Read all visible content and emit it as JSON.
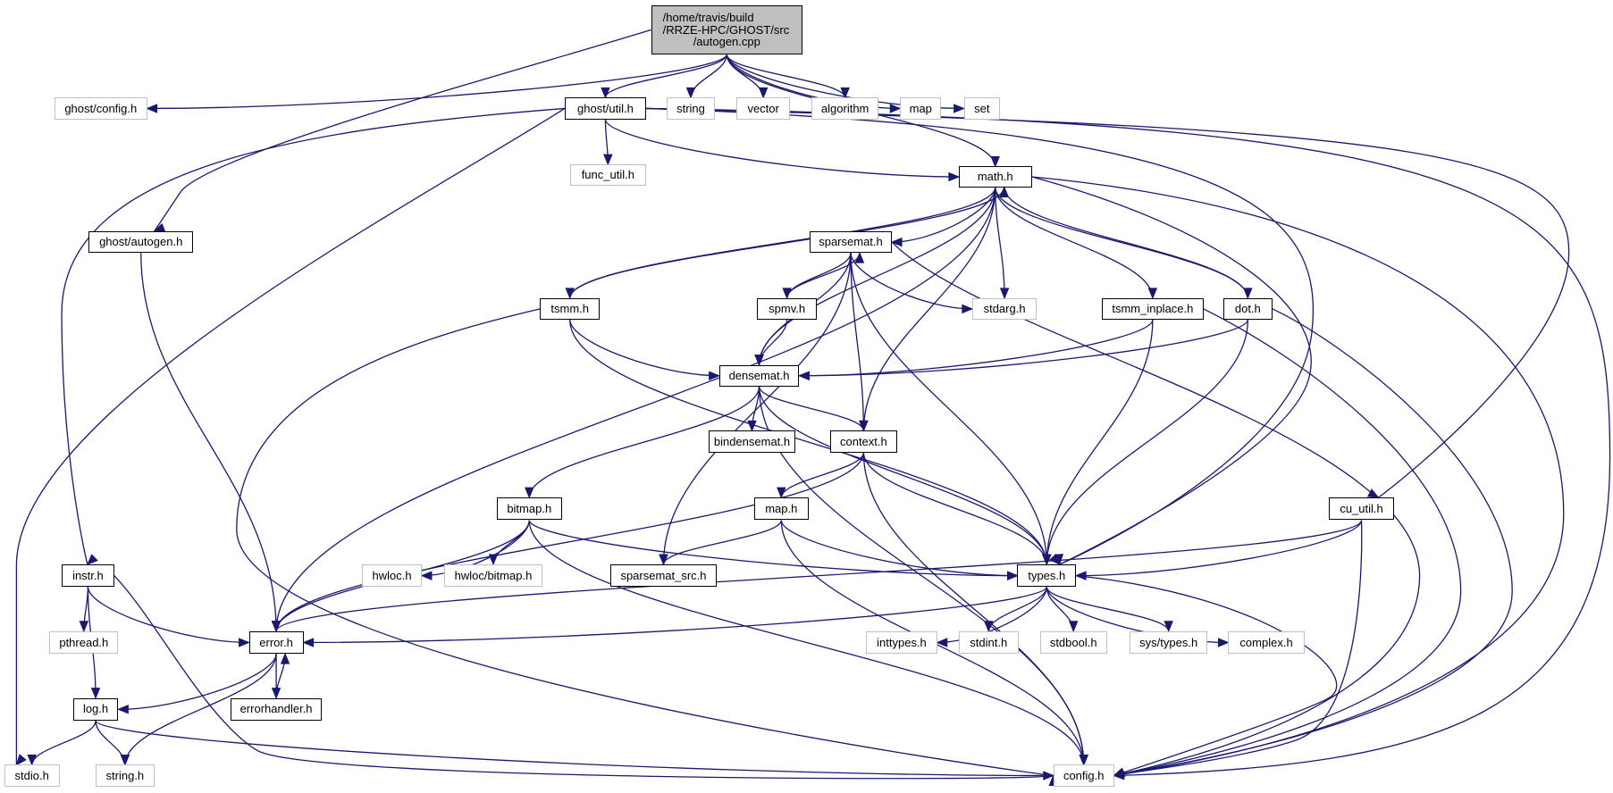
{
  "graph": {
    "title": "Include dependency graph for autogen.cpp",
    "edge_color": "#191970",
    "root": {
      "id": "autogen_cpp",
      "label_lines": [
        "/home/travis/build",
        "/RRZE-HPC/GHOST/src",
        "/autogen.cpp"
      ]
    },
    "nodes": [
      {
        "id": "ghost_config_h",
        "label": "ghost/config.h",
        "kind": "external"
      },
      {
        "id": "ghost_util_h",
        "label": "ghost/util.h",
        "kind": "documented"
      },
      {
        "id": "string",
        "label": "string",
        "kind": "external"
      },
      {
        "id": "vector",
        "label": "vector",
        "kind": "external"
      },
      {
        "id": "algorithm",
        "label": "algorithm",
        "kind": "external"
      },
      {
        "id": "map",
        "label": "map",
        "kind": "external"
      },
      {
        "id": "set",
        "label": "set",
        "kind": "external"
      },
      {
        "id": "func_util_h",
        "label": "func_util.h",
        "kind": "external"
      },
      {
        "id": "math_h",
        "label": "math.h",
        "kind": "documented"
      },
      {
        "id": "ghost_autogen_h",
        "label": "ghost/autogen.h",
        "kind": "documented"
      },
      {
        "id": "sparsemat_h",
        "label": "sparsemat.h",
        "kind": "documented"
      },
      {
        "id": "tsmm_h",
        "label": "tsmm.h",
        "kind": "documented"
      },
      {
        "id": "spmv_h",
        "label": "spmv.h",
        "kind": "documented"
      },
      {
        "id": "stdarg_h",
        "label": "stdarg.h",
        "kind": "external"
      },
      {
        "id": "tsmm_inplace_h",
        "label": "tsmm_inplace.h",
        "kind": "documented"
      },
      {
        "id": "dot_h",
        "label": "dot.h",
        "kind": "documented"
      },
      {
        "id": "densemat_h",
        "label": "densemat.h",
        "kind": "documented"
      },
      {
        "id": "bindensemat_h",
        "label": "bindensemat.h",
        "kind": "documented"
      },
      {
        "id": "context_h",
        "label": "context.h",
        "kind": "documented"
      },
      {
        "id": "bitmap_h",
        "label": "bitmap.h",
        "kind": "documented"
      },
      {
        "id": "map_h",
        "label": "map.h",
        "kind": "documented"
      },
      {
        "id": "cu_util_h",
        "label": "cu_util.h",
        "kind": "documented"
      },
      {
        "id": "instr_h",
        "label": "instr.h",
        "kind": "documented"
      },
      {
        "id": "hwloc_h",
        "label": "hwloc.h",
        "kind": "external"
      },
      {
        "id": "hwloc_bitmap_h",
        "label": "hwloc/bitmap.h",
        "kind": "external"
      },
      {
        "id": "sparsemat_src_h",
        "label": "sparsemat_src.h",
        "kind": "documented"
      },
      {
        "id": "types_h",
        "label": "types.h",
        "kind": "documented"
      },
      {
        "id": "pthread_h",
        "label": "pthread.h",
        "kind": "external"
      },
      {
        "id": "error_h",
        "label": "error.h",
        "kind": "documented"
      },
      {
        "id": "inttypes_h",
        "label": "inttypes.h",
        "kind": "external"
      },
      {
        "id": "stdint_h",
        "label": "stdint.h",
        "kind": "external"
      },
      {
        "id": "stdbool_h",
        "label": "stdbool.h",
        "kind": "external"
      },
      {
        "id": "sys_types_h",
        "label": "sys/types.h",
        "kind": "external"
      },
      {
        "id": "complex_h",
        "label": "complex.h",
        "kind": "external"
      },
      {
        "id": "log_h",
        "label": "log.h",
        "kind": "documented"
      },
      {
        "id": "errorhandler_h",
        "label": "errorhandler.h",
        "kind": "documented"
      },
      {
        "id": "stdio_h",
        "label": "stdio.h",
        "kind": "external"
      },
      {
        "id": "string_h",
        "label": "string.h",
        "kind": "external"
      },
      {
        "id": "config_h",
        "label": "config.h",
        "kind": "external"
      }
    ],
    "edges": [
      [
        "autogen_cpp",
        "ghost_config_h"
      ],
      [
        "autogen_cpp",
        "ghost_util_h"
      ],
      [
        "autogen_cpp",
        "string"
      ],
      [
        "autogen_cpp",
        "vector"
      ],
      [
        "autogen_cpp",
        "algorithm"
      ],
      [
        "autogen_cpp",
        "map"
      ],
      [
        "autogen_cpp",
        "set"
      ],
      [
        "autogen_cpp",
        "ghost_autogen_h"
      ],
      [
        "autogen_cpp",
        "math_h"
      ],
      [
        "ghost_util_h",
        "func_util_h"
      ],
      [
        "ghost_util_h",
        "math_h"
      ],
      [
        "ghost_util_h",
        "instr_h"
      ],
      [
        "ghost_util_h",
        "stdio_h"
      ],
      [
        "ghost_util_h",
        "types_h"
      ],
      [
        "ghost_util_h",
        "cu_util_h"
      ],
      [
        "ghost_util_h",
        "config_h"
      ],
      [
        "ghost_autogen_h",
        "error_h"
      ],
      [
        "math_h",
        "sparsemat_h"
      ],
      [
        "math_h",
        "tsmm_h"
      ],
      [
        "math_h",
        "densemat_h"
      ],
      [
        "math_h",
        "stdarg_h"
      ],
      [
        "math_h",
        "tsmm_inplace_h"
      ],
      [
        "math_h",
        "dot_h"
      ],
      [
        "math_h",
        "context_h"
      ],
      [
        "math_h",
        "types_h"
      ],
      [
        "math_h",
        "error_h"
      ],
      [
        "math_h",
        "config_h"
      ],
      [
        "tsmm_h",
        "math_h"
      ],
      [
        "tsmm_h",
        "densemat_h"
      ],
      [
        "tsmm_h",
        "types_h"
      ],
      [
        "tsmm_h",
        "config_h"
      ],
      [
        "dot_h",
        "math_h"
      ],
      [
        "dot_h",
        "densemat_h"
      ],
      [
        "dot_h",
        "types_h"
      ],
      [
        "dot_h",
        "config_h"
      ],
      [
        "sparsemat_h",
        "spmv_h"
      ],
      [
        "sparsemat_h",
        "densemat_h"
      ],
      [
        "sparsemat_h",
        "stdarg_h"
      ],
      [
        "sparsemat_h",
        "context_h"
      ],
      [
        "sparsemat_h",
        "types_h"
      ],
      [
        "sparsemat_h",
        "sparsemat_src_h"
      ],
      [
        "sparsemat_h",
        "config_h"
      ],
      [
        "spmv_h",
        "sparsemat_h"
      ],
      [
        "spmv_h",
        "densemat_h"
      ],
      [
        "tsmm_inplace_h",
        "densemat_h"
      ],
      [
        "tsmm_inplace_h",
        "types_h"
      ],
      [
        "tsmm_inplace_h",
        "config_h"
      ],
      [
        "densemat_h",
        "bindensemat_h"
      ],
      [
        "densemat_h",
        "context_h"
      ],
      [
        "densemat_h",
        "bitmap_h"
      ],
      [
        "densemat_h",
        "types_h"
      ],
      [
        "densemat_h",
        "config_h"
      ],
      [
        "context_h",
        "map_h"
      ],
      [
        "context_h",
        "types_h"
      ],
      [
        "context_h",
        "error_h"
      ],
      [
        "context_h",
        "config_h"
      ],
      [
        "bitmap_h",
        "hwloc_h"
      ],
      [
        "bitmap_h",
        "hwloc_bitmap_h"
      ],
      [
        "bitmap_h",
        "types_h"
      ],
      [
        "bitmap_h",
        "error_h"
      ],
      [
        "bitmap_h",
        "config_h"
      ],
      [
        "map_h",
        "sparsemat_src_h"
      ],
      [
        "map_h",
        "types_h"
      ],
      [
        "map_h",
        "config_h"
      ],
      [
        "cu_util_h",
        "types_h"
      ],
      [
        "cu_util_h",
        "error_h"
      ],
      [
        "cu_util_h",
        "config_h"
      ],
      [
        "types_h",
        "inttypes_h"
      ],
      [
        "types_h",
        "stdint_h"
      ],
      [
        "types_h",
        "stdbool_h"
      ],
      [
        "types_h",
        "sys_types_h"
      ],
      [
        "types_h",
        "complex_h"
      ],
      [
        "types_h",
        "error_h"
      ],
      [
        "types_h",
        "config_h"
      ],
      [
        "instr_h",
        "pthread_h"
      ],
      [
        "instr_h",
        "error_h"
      ],
      [
        "instr_h",
        "log_h"
      ],
      [
        "instr_h",
        "config_h"
      ],
      [
        "error_h",
        "log_h"
      ],
      [
        "error_h",
        "errorhandler_h"
      ],
      [
        "error_h",
        "string_h"
      ],
      [
        "errorhandler_h",
        "error_h"
      ],
      [
        "log_h",
        "stdio_h"
      ],
      [
        "log_h",
        "string_h"
      ],
      [
        "log_h",
        "config_h"
      ]
    ]
  }
}
